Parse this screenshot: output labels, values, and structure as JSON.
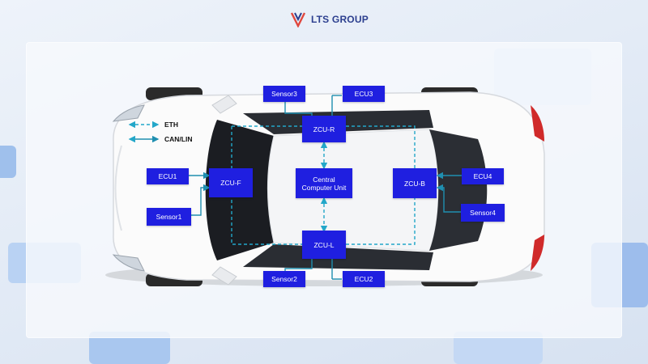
{
  "brand": {
    "name": "LTS GROUP"
  },
  "legend": {
    "eth": "ETH",
    "can_lin": "CAN/LIN"
  },
  "nodes": {
    "sensor1": "Sensor1",
    "sensor2": "Sensor2",
    "sensor3": "Sensor3",
    "sensor4": "Sensor4",
    "ecu1": "ECU1",
    "ecu2": "ECU2",
    "ecu3": "ECU3",
    "ecu4": "ECU4",
    "zcu_f": "ZCU-F",
    "zcu_r": "ZCU-R",
    "zcu_l": "ZCU-L",
    "zcu_b": "ZCU-B",
    "central_line1": "Central",
    "central_line2": "Computer Unit"
  },
  "colors": {
    "node": "#1f1fe0",
    "eth_line": "#23a7c9",
    "can_line": "#1f8fb0",
    "brand": "#2c3f8f"
  }
}
